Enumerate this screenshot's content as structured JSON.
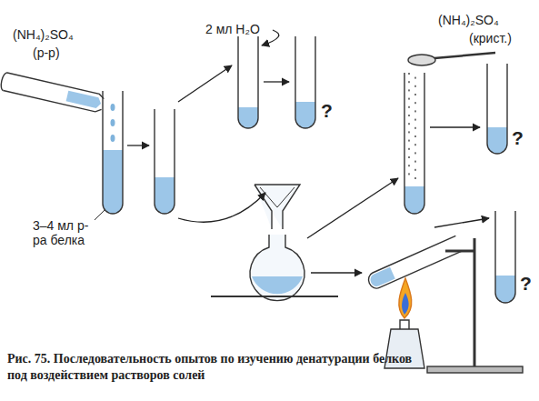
{
  "diagram": {
    "caption": "Рис. 75. Последовательность опытов по изучению денатурации белков под воздействием растворов солей",
    "labels": [
      "(NH₄)₂SO₄",
      "(р-р)",
      "2 мл H₂O",
      "(NH₄)₂SO₄",
      "(крист.)",
      "3–4 мл р-ра белка",
      "?",
      "?",
      "?"
    ]
  }
}
